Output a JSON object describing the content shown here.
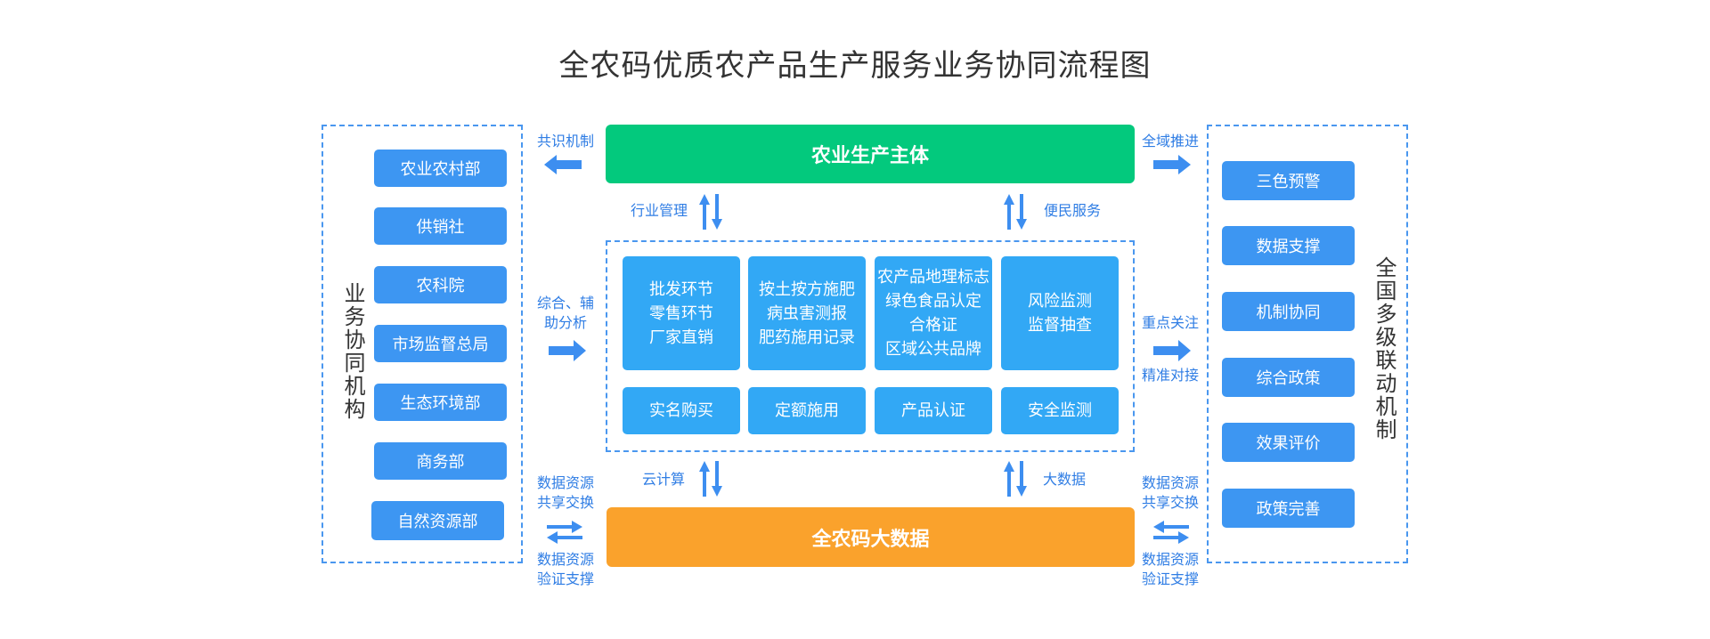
{
  "title": "全农码优质农产品生产服务业务协同流程图",
  "colors": {
    "accent_blue": "#3d96f2",
    "tile_blue": "#32a8f5",
    "green": "#03c97d",
    "orange": "#faa22c",
    "label_blue": "#2f7de4",
    "dash_border": "#4a97ef"
  },
  "left_panel": {
    "title": "业务协同机构",
    "items": [
      "农业农村部",
      "供销社",
      "农科院",
      "市场监督总局",
      "生态环境部",
      "商务部",
      "自然资源部"
    ]
  },
  "right_panel": {
    "title": "全国多级联动机制",
    "items": [
      "三色预警",
      "数据支撑",
      "机制协同",
      "综合政策",
      "效果评价",
      "政策完善"
    ]
  },
  "top_band": "农业生产主体",
  "bottom_band": "全农码大数据",
  "center": {
    "tiles": [
      {
        "lines": [
          "批发环节",
          "零售环节",
          "厂家直销"
        ],
        "footer": "实名购买"
      },
      {
        "lines": [
          "按土按方施肥",
          "病虫害测报",
          "肥药施用记录"
        ],
        "footer": "定额施用"
      },
      {
        "lines": [
          "农产品地理标志",
          "绿色食品认定",
          "合格证",
          "区域公共品牌"
        ],
        "footer": "产品认证"
      },
      {
        "lines": [
          "风险监测",
          "监督抽查"
        ],
        "footer": "安全监测"
      }
    ]
  },
  "connectors": {
    "top_left": "共识机制",
    "top_right": "全域推进",
    "mid_left_1": "综合、辅",
    "mid_left_2": "助分析",
    "mid_right_top": "重点关注",
    "mid_right_bottom": "精准对接",
    "up_left": "行业管理",
    "up_right": "便民服务",
    "down_left": "云计算",
    "down_right": "大数据",
    "bl_top_1": "数据资源",
    "bl_top_2": "共享交换",
    "bl_bot_1": "数据资源",
    "bl_bot_2": "验证支撑",
    "br_top_1": "数据资源",
    "br_top_2": "共享交换",
    "br_bot_1": "数据资源",
    "br_bot_2": "验证支撑"
  },
  "icons": [
    "arrow-left-icon",
    "arrow-right-icon",
    "up-down-arrows-icon",
    "exchange-arrows-icon"
  ]
}
